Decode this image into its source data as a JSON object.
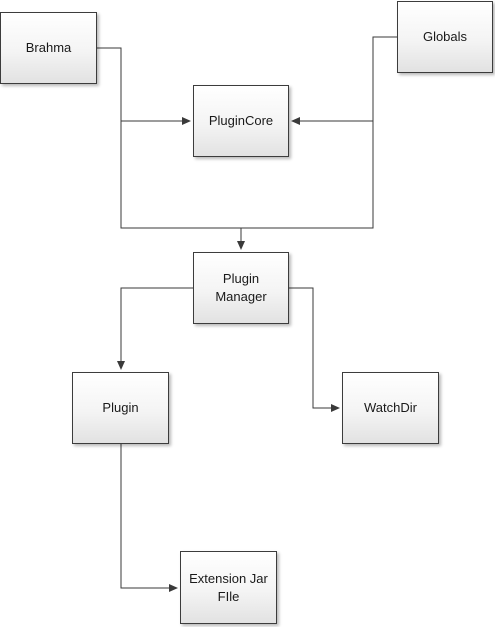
{
  "diagram": {
    "nodes": {
      "brahma": {
        "label": "Brahma"
      },
      "globals": {
        "label": "Globals"
      },
      "plugincore": {
        "label": "PluginCore"
      },
      "plugin_manager": {
        "line1": "Plugin",
        "line2": "Manager"
      },
      "plugin": {
        "label": "Plugin"
      },
      "watchdir": {
        "label": "WatchDir"
      },
      "extension_jar": {
        "line1": "Extension Jar",
        "line2": "FIle"
      }
    },
    "edges": [
      {
        "from": "Brahma",
        "to": "PluginCore"
      },
      {
        "from": "Globals",
        "to": "PluginCore"
      },
      {
        "from": "Brahma",
        "to": "Plugin Manager"
      },
      {
        "from": "Globals",
        "to": "Plugin Manager"
      },
      {
        "from": "Plugin Manager",
        "to": "Plugin"
      },
      {
        "from": "Plugin Manager",
        "to": "WatchDir"
      },
      {
        "from": "Plugin",
        "to": "Extension Jar FIle"
      }
    ],
    "colors": {
      "line": "#3a3a3a",
      "box_border": "#3c3c3c",
      "text": "#1a1a1a"
    }
  }
}
